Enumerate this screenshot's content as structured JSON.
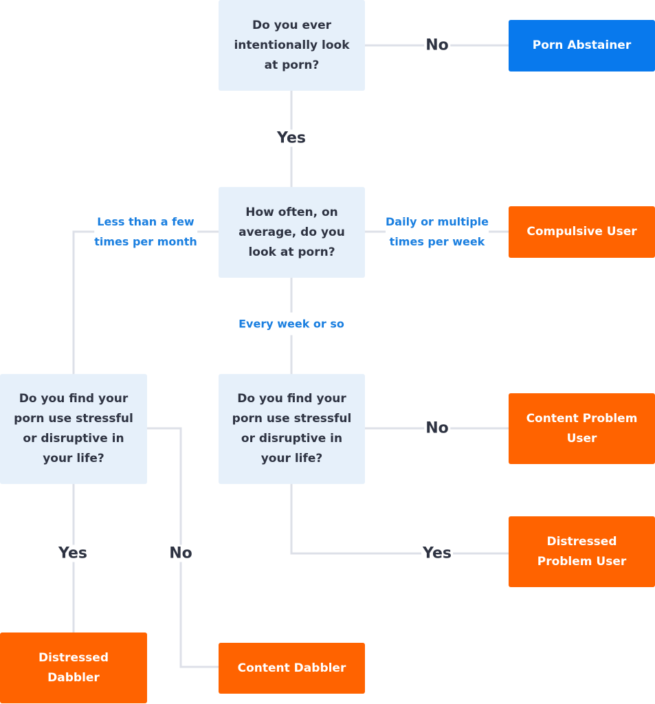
{
  "colors": {
    "accent": "#1a7fe0",
    "blue": "#0879ed",
    "orange": "#ff6300",
    "line": "#dde0e8"
  },
  "questions": {
    "q1": [
      "Do you ever",
      "intentionally look",
      "at porn?"
    ],
    "q2": [
      "How often, on",
      "average, do you",
      "look at porn?"
    ],
    "q3_left": [
      "Do you find your",
      "porn use stressful",
      "or disruptive in",
      "your life?"
    ],
    "q3_middle": [
      "Do you find your",
      "porn use stressful",
      "or disruptive in",
      "your life?"
    ]
  },
  "results": {
    "porn_abstainer": [
      "Porn Abstainer"
    ],
    "compulsive_user": [
      "Compulsive User"
    ],
    "content_problem_user": [
      "Content Problem",
      "User"
    ],
    "distressed_problem_user": [
      "Distressed",
      "Problem User"
    ],
    "distressed_dabbler": [
      "Distressed",
      "Dabbler"
    ],
    "content_dabbler": [
      "Content Dabbler"
    ]
  },
  "labels": {
    "q1_no": "No",
    "q1_yes": "Yes",
    "freq_low": [
      "Less than a few",
      "times per month"
    ],
    "freq_high": [
      "Daily or multiple",
      "times per week"
    ],
    "freq_mid": "Every week or so",
    "left_yes": "Yes",
    "left_no": "No",
    "mid_no": "No",
    "mid_yes": "Yes"
  }
}
